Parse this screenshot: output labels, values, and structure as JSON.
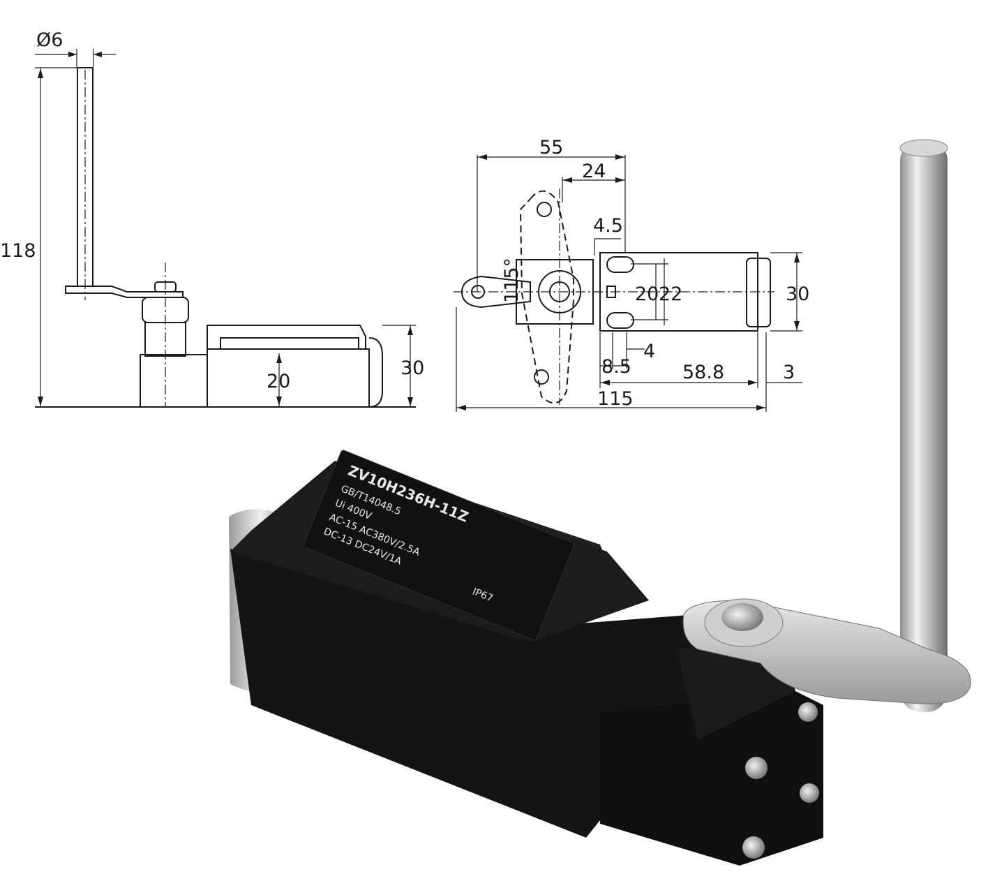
{
  "dimensions": {
    "side_view": {
      "diameter": "Ø6",
      "height": "118",
      "box_height": "30",
      "plunger_height": "20"
    },
    "top_view": {
      "overall_length": "115",
      "arm_width": "55",
      "arm_offset": "24",
      "slot_width": "4.5",
      "hole_spacing": "20",
      "slot_span": "22",
      "body_height": "30",
      "arm_angle": "115°",
      "slot_gap": "4",
      "slot_offset": "8.5",
      "body_length": "58.8",
      "cap_depth": "3"
    }
  },
  "product_label": {
    "model": "ZV10H236H-11Z",
    "lines": [
      "GB/T14048.5",
      "Ui 400V",
      "AC-15  AC380V/2.5A",
      "DC-13  DC24V/1A",
      "IP67"
    ]
  },
  "colors": {
    "housing": "#141414",
    "metal": "#c8c8c8",
    "line": "#1a1a1a"
  }
}
